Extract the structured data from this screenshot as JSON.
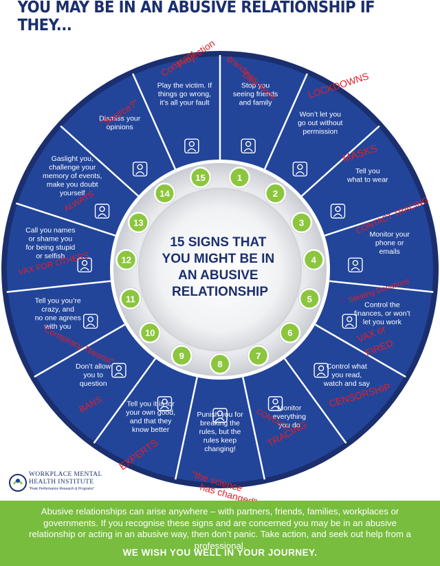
{
  "header": {
    "title": "YOU MAY BE IN AN ABUSIVE RELATIONSHIP IF THEY..."
  },
  "center": {
    "lines": [
      "15 SIGNS THAT",
      "YOU MIGHT BE IN",
      "AN ABUSIVE",
      "RELATIONSHIP"
    ]
  },
  "signs": [
    {
      "number": "1",
      "lines": [
        "Stop you",
        "seeing friends",
        "and family"
      ],
      "icon": "family-icon"
    },
    {
      "number": "2",
      "lines": [
        "Won’t let you",
        "go out without",
        "permission"
      ],
      "icon": "document-icon"
    },
    {
      "number": "3",
      "lines": [
        "Tell you",
        "what to wear"
      ],
      "icon": "jacket-icon"
    },
    {
      "number": "4",
      "lines": [
        "Monitor your",
        "phone or",
        "emails"
      ],
      "icon": "email-icon"
    },
    {
      "number": "5",
      "lines": [
        "Control the",
        "finances, or won’t",
        "let you work"
      ],
      "icon": "money-icon"
    },
    {
      "number": "6",
      "lines": [
        "Control what",
        "you read,",
        "watch and say"
      ],
      "icon": "reading-icon"
    },
    {
      "number": "7",
      "lines": [
        "Monitor",
        "everything",
        "you do"
      ],
      "icon": "surveillance-icon"
    },
    {
      "number": "8",
      "lines": [
        "Punish you for",
        "breaking the",
        "rules, but the",
        "rules keep",
        "changing!"
      ],
      "icon": "rules-icon"
    },
    {
      "number": "9",
      "lines": [
        "Tell you it is for",
        "your own good,",
        "and that they",
        "know better"
      ],
      "icon": "people-meeting-icon"
    },
    {
      "number": "10",
      "lines": [
        "Don’t allow",
        "you to",
        "question"
      ],
      "icon": "question-icon"
    },
    {
      "number": "11",
      "lines": [
        "Tell you you’re",
        "crazy, and",
        "no one agrees",
        "with you"
      ],
      "icon": "arguing-icon"
    },
    {
      "number": "12",
      "lines": [
        "Call you names",
        "or shame you",
        "for being stupid",
        "or selfish"
      ],
      "icon": "shamed-person-icon"
    },
    {
      "number": "13",
      "lines": [
        "Gaslight you,",
        "challenge your",
        "memory of events,",
        "make you doubt",
        "yourself"
      ],
      "icon": "confused-icon"
    },
    {
      "number": "14",
      "lines": [
        "Dismiss your",
        "opinions"
      ],
      "icon": "thinking-icon"
    },
    {
      "number": "15",
      "lines": [
        "Play the victim. If",
        "things go wrong,",
        "it’s all your fault"
      ],
      "icon": "group-icon"
    }
  ],
  "annotations": [
    {
      "text": "\"Source?\"",
      "color": "#e0202a"
    },
    {
      "text": "Constant",
      "color": "#e0202a"
    },
    {
      "text": "Projection",
      "color": "#e0202a"
    },
    {
      "text": "grandmas",
      "color": "#e0202a"
    },
    {
      "text": "Died",
      "color": "#e0202a"
    },
    {
      "text": "Alone",
      "color": "#e0202a"
    },
    {
      "text": "LOCKDOWNS",
      "color": "#e0202a"
    },
    {
      "text": "MASKS",
      "color": "#e0202a"
    },
    {
      "text": "CONTACT TRACING",
      "color": "#e0202a"
    },
    {
      "text": "Stealing Donations",
      "color": "#e0202a"
    },
    {
      "text": "VAX or",
      "color": "#e0202a"
    },
    {
      "text": "FIRED",
      "color": "#e0202a"
    },
    {
      "text": "CENSORSHIP",
      "color": "#e0202a"
    },
    {
      "text": "CONTACT",
      "color": "#e0202a"
    },
    {
      "text": "TRACING",
      "color": "#e0202a"
    },
    {
      "text": "\"the science",
      "color": "#e0202a"
    },
    {
      "text": "has changed\"",
      "color": "#e0202a"
    },
    {
      "text": "EXPERTS",
      "color": "#e0202a"
    },
    {
      "text": "BANS",
      "color": "#e0202a"
    },
    {
      "text": "\"Conspiracy Theorist\"",
      "color": "#e0202a"
    },
    {
      "text": "VAX FOR OTHERS",
      "color": "#e0202a"
    },
    {
      "text": "ALWAYS",
      "color": "#e0202a"
    }
  ],
  "logo": {
    "name_line1": "WORKPLACE MENTAL",
    "name_line2": "HEALTH INSTITUTE",
    "tagline": "“Peak Performance Research & Programs”"
  },
  "footer": {
    "text": "Abusive relationships can arise anywhere – with partners, friends, families, workplaces or governments. If you recognise these signs and are concerned you may be in an abusive relationship or acting in an abusive way, then don’t panic. Take action, and seek out help from a professional.",
    "closing": "WE WISH YOU WELL IN YOUR JOURNEY."
  },
  "colors": {
    "navy": "#1b2f6e",
    "blue": "#22459a",
    "green": "#8cc63f",
    "annotation_red": "#e0202a"
  }
}
